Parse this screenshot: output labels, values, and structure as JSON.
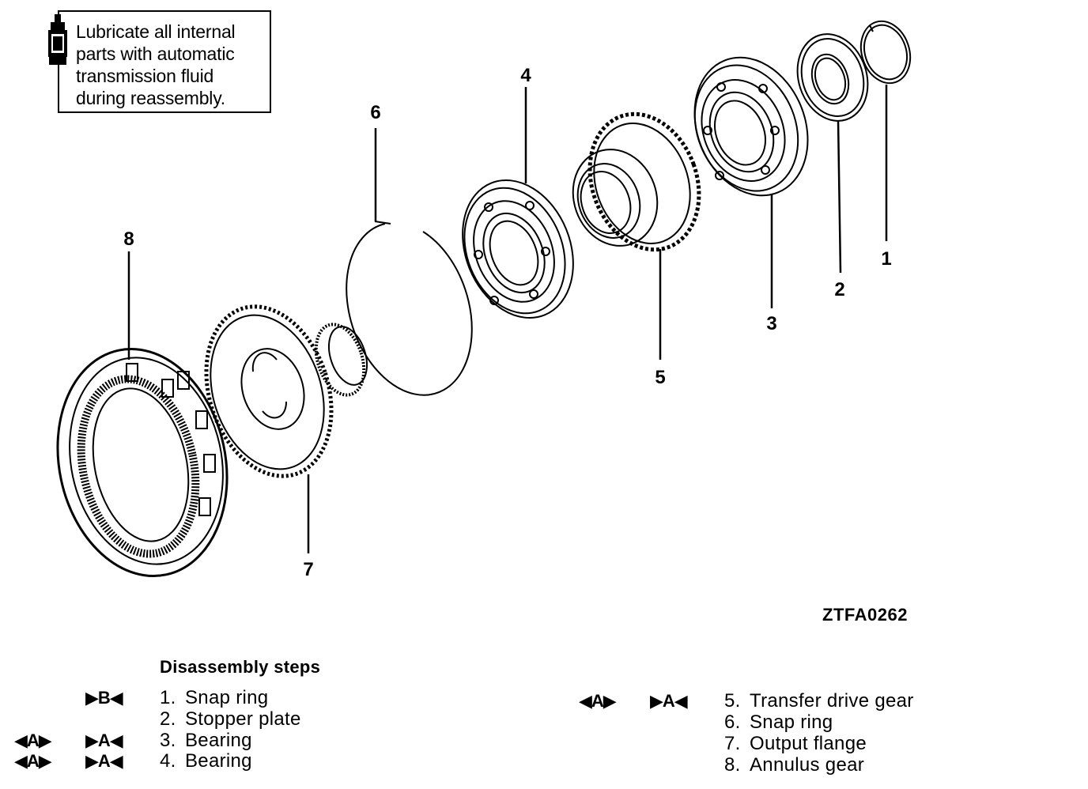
{
  "note": {
    "lines": [
      "Lubricate all internal",
      "parts with automatic",
      "transmission fluid",
      "during reassembly."
    ],
    "icon": "oil-bottle-icon"
  },
  "parts_labels": [
    "1",
    "2",
    "3",
    "4",
    "5",
    "6",
    "7",
    "8"
  ],
  "figure_id": "ZTFA0262",
  "steps_title": "Disassembly steps",
  "steps": [
    {
      "num": "1.",
      "label": "Snap ring",
      "marks_left": "",
      "marks_right": "▶B◀"
    },
    {
      "num": "2.",
      "label": "Stopper plate",
      "marks_left": "",
      "marks_right": ""
    },
    {
      "num": "3.",
      "label": "Bearing",
      "marks_left": "◀A▶",
      "marks_right": "▶A◀"
    },
    {
      "num": "4.",
      "label": "Bearing",
      "marks_left": "◀A▶",
      "marks_right": "▶A◀"
    },
    {
      "num": "5.",
      "label": "Transfer drive gear",
      "marks_left": "◀A▶",
      "marks_right": "▶A◀"
    },
    {
      "num": "6.",
      "label": "Snap ring",
      "marks_left": "",
      "marks_right": ""
    },
    {
      "num": "7.",
      "label": "Output flange",
      "marks_left": "",
      "marks_right": ""
    },
    {
      "num": "8.",
      "label": "Annulus gear",
      "marks_left": "",
      "marks_right": ""
    }
  ]
}
